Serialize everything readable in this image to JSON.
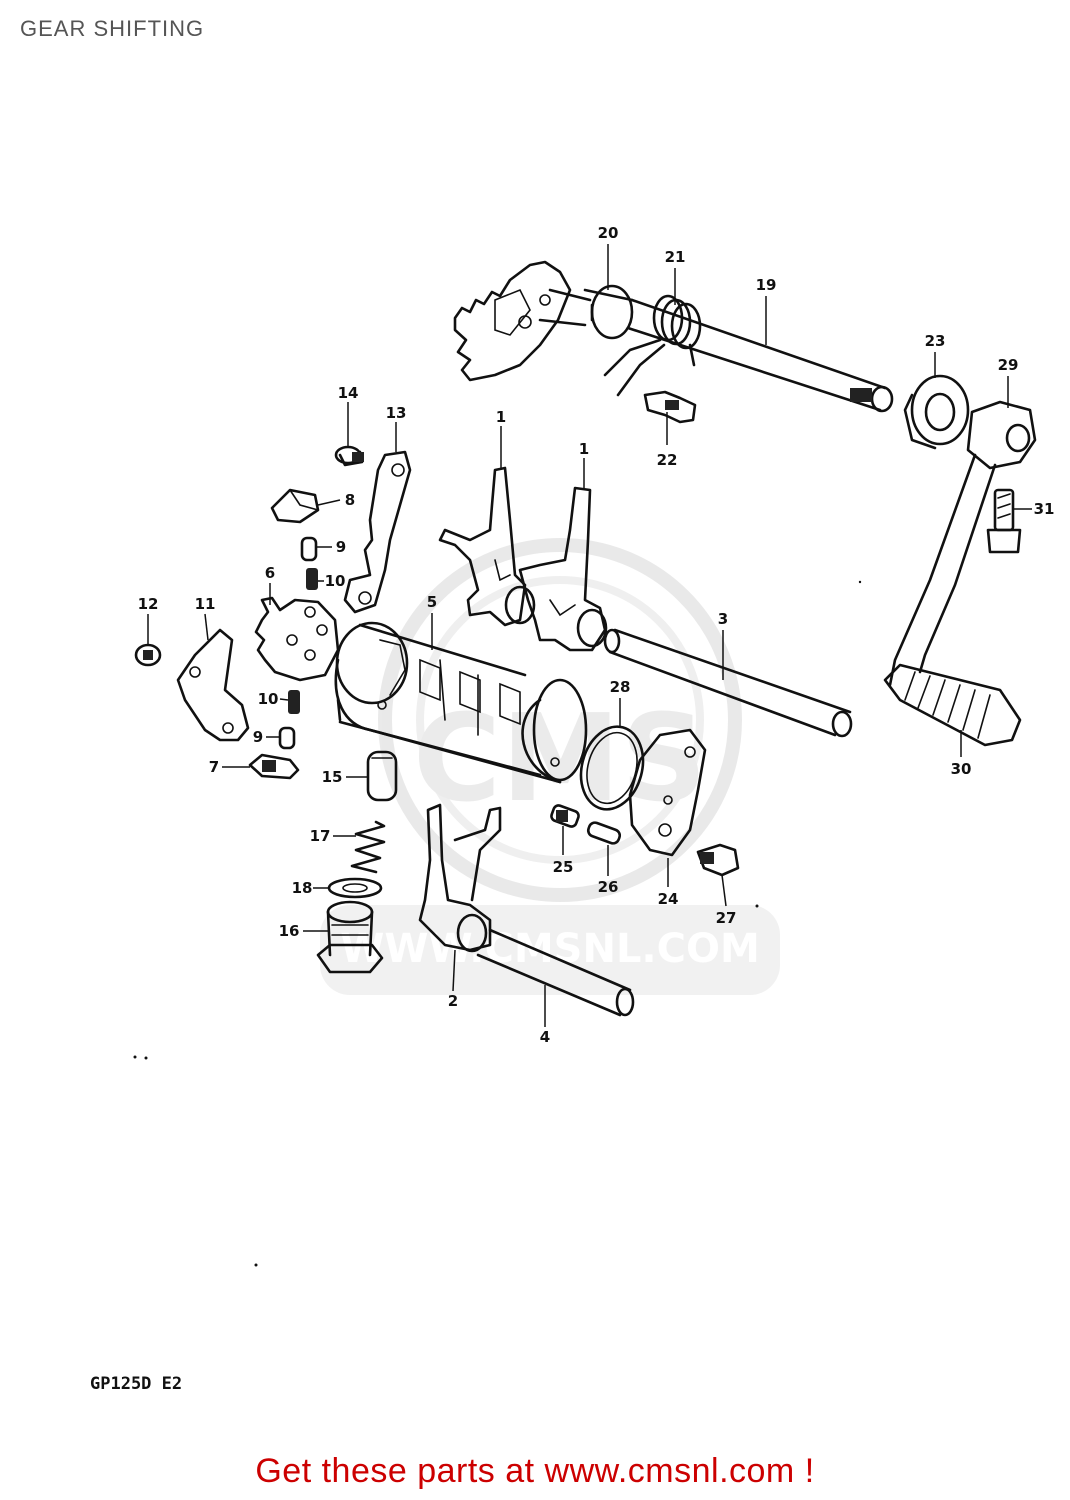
{
  "title": "GEAR SHIFTING",
  "model_code": "GP125D E2",
  "watermark_url": "WWW.CMSNL.COM",
  "cta_text": "Get these parts at www.cmsnl.com !",
  "colors": {
    "cta": "#cc0000",
    "title": "#555555",
    "watermark": "#d8d8d8",
    "line": "#111111"
  },
  "callouts": [
    "20",
    "21",
    "19",
    "23",
    "29",
    "22",
    "14",
    "13",
    "1",
    "1",
    "31",
    "8",
    "9",
    "10",
    "6",
    "12",
    "11",
    "5",
    "3",
    "28",
    "10",
    "9",
    "7",
    "15",
    "17",
    "18",
    "16",
    "25",
    "26",
    "24",
    "27",
    "30",
    "2",
    "4"
  ]
}
